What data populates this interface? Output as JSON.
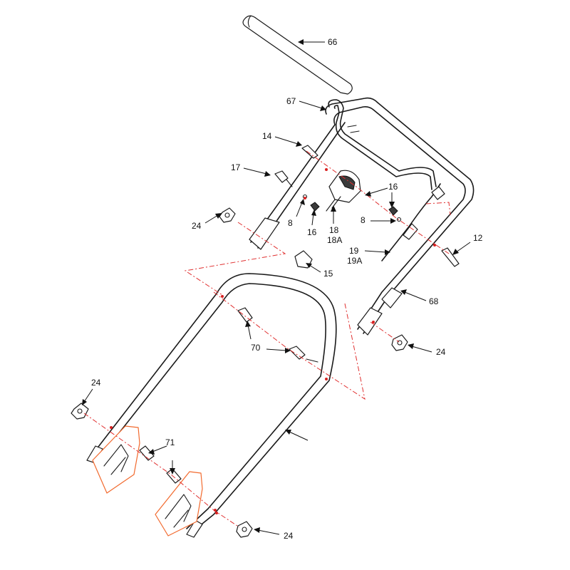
{
  "colors": {
    "line": "#1a1a1a",
    "highlight": "#f26a2e",
    "centerline": "#e03030",
    "hole": "#d82020"
  },
  "labels": {
    "p66": "66",
    "p67": "67",
    "p14": "14",
    "p17": "17",
    "p24_upper_left": "24",
    "p8_left": "8",
    "p16_left": "16",
    "p18": "18",
    "p18A": "18A",
    "p16_right": "16",
    "p8_right": "8",
    "p12": "12",
    "p19": "19",
    "p19A": "19A",
    "p15": "15",
    "p68": "68",
    "p70": "70",
    "p24_right": "24",
    "p24_lower_left": "24",
    "p71": "71",
    "p24_bottom": "24"
  }
}
